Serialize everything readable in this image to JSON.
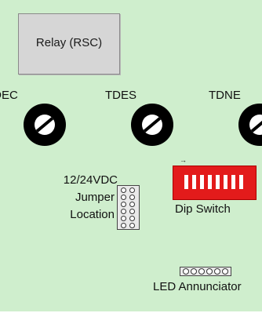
{
  "relay": {
    "label": "Relay (RSC)"
  },
  "potentiometers": [
    {
      "label": "TDEC"
    },
    {
      "label": "TDES"
    },
    {
      "label": "TDNE"
    }
  ],
  "jumper": {
    "line1": "12/24VDC",
    "line2": "Jumper",
    "line3": "Location"
  },
  "dip_switch": {
    "label": "Dip Switch",
    "marker": "→",
    "switch_count": 8
  },
  "led": {
    "label": "LED Annunciator",
    "pin_count": 6
  },
  "colors": {
    "board": "#cfeecd",
    "relay": "#d6d6d6",
    "dip_switch": "#e31b1b",
    "dial": "#000000"
  }
}
